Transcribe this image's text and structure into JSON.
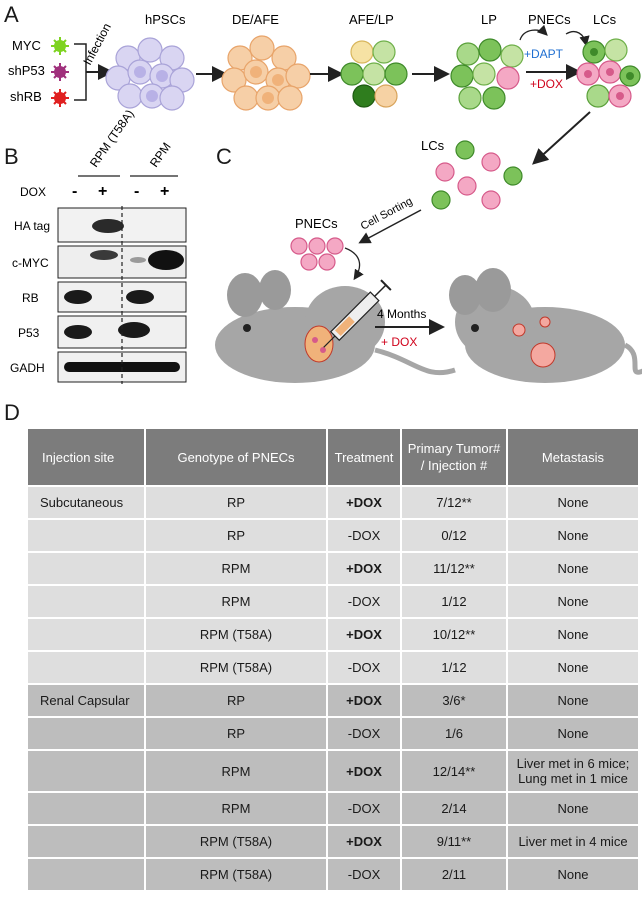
{
  "panels": {
    "a": "A",
    "b": "B",
    "c": "C",
    "d": "D"
  },
  "panel_a": {
    "factors": [
      "MYC",
      "shP53",
      "shRB"
    ],
    "factor_colors": [
      "#7ed321",
      "#a0307c",
      "#e02020"
    ],
    "infection": "Infection",
    "stages": [
      "hPSCs",
      "DE/AFE",
      "AFE/LP",
      "LP",
      "LCs"
    ],
    "pnecs": "PNECs",
    "dapt": "+DAPT",
    "dox": "+DOX"
  },
  "panel_b": {
    "groups": [
      "RPM (T58A)",
      "RPM"
    ],
    "dox_label": "DOX",
    "signs": [
      "-",
      "+",
      "-",
      "+"
    ],
    "rows": [
      "HA tag",
      "c-MYC",
      "RB",
      "P53",
      "GADH"
    ]
  },
  "panel_c": {
    "lcs": "LCs",
    "pnecs": "PNECs",
    "sorting": "Cell Sorting",
    "months": "4 Months",
    "dox": "+ DOX"
  },
  "panel_d": {
    "headers": [
      "Injection site",
      "Genotype of PNECs",
      "Treatment",
      "Primary Tumor# / Injection #",
      "Metastasis"
    ],
    "rows": [
      [
        "Subcutaneous",
        "RP",
        "+DOX",
        "7/12**",
        "None"
      ],
      [
        "",
        "RP",
        "-DOX",
        "0/12",
        "None"
      ],
      [
        "",
        "RPM",
        "+DOX",
        "11/12**",
        "None"
      ],
      [
        "",
        "RPM",
        "-DOX",
        "1/12",
        "None"
      ],
      [
        "",
        "RPM (T58A)",
        "+DOX",
        "10/12**",
        "None"
      ],
      [
        "",
        "RPM (T58A)",
        "-DOX",
        "1/12",
        "None"
      ],
      [
        "Renal Capsular",
        "RP",
        "+DOX",
        "3/6*",
        "None"
      ],
      [
        "",
        "RP",
        "-DOX",
        "1/6",
        "None"
      ],
      [
        "",
        "RPM",
        "+DOX",
        "12/14**",
        "Liver met in 6 mice; Lung met in 1 mice"
      ],
      [
        "",
        "RPM",
        "-DOX",
        "2/14",
        "None"
      ],
      [
        "",
        "RPM (T58A)",
        "+DOX",
        "9/11**",
        "Liver met in 4 mice"
      ],
      [
        "",
        "RPM (T58A)",
        "-DOX",
        "2/11",
        "None"
      ]
    ]
  }
}
